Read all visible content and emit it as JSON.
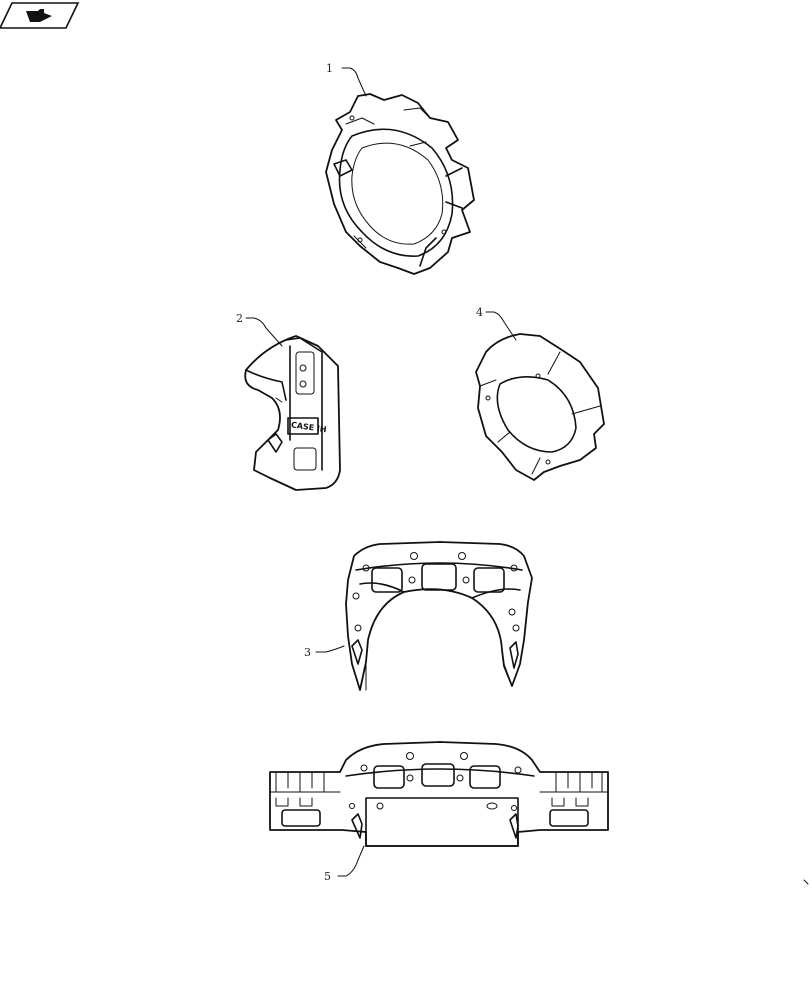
{
  "callouts": [
    {
      "id": "1",
      "label": "1"
    },
    {
      "id": "2",
      "label": "2"
    },
    {
      "id": "3",
      "label": "3"
    },
    {
      "id": "4",
      "label": "4"
    },
    {
      "id": "5",
      "label": "5"
    }
  ],
  "part2": {
    "logo_text": "CASE IH"
  },
  "icons": {
    "nav": "folder-arrow-icon"
  }
}
